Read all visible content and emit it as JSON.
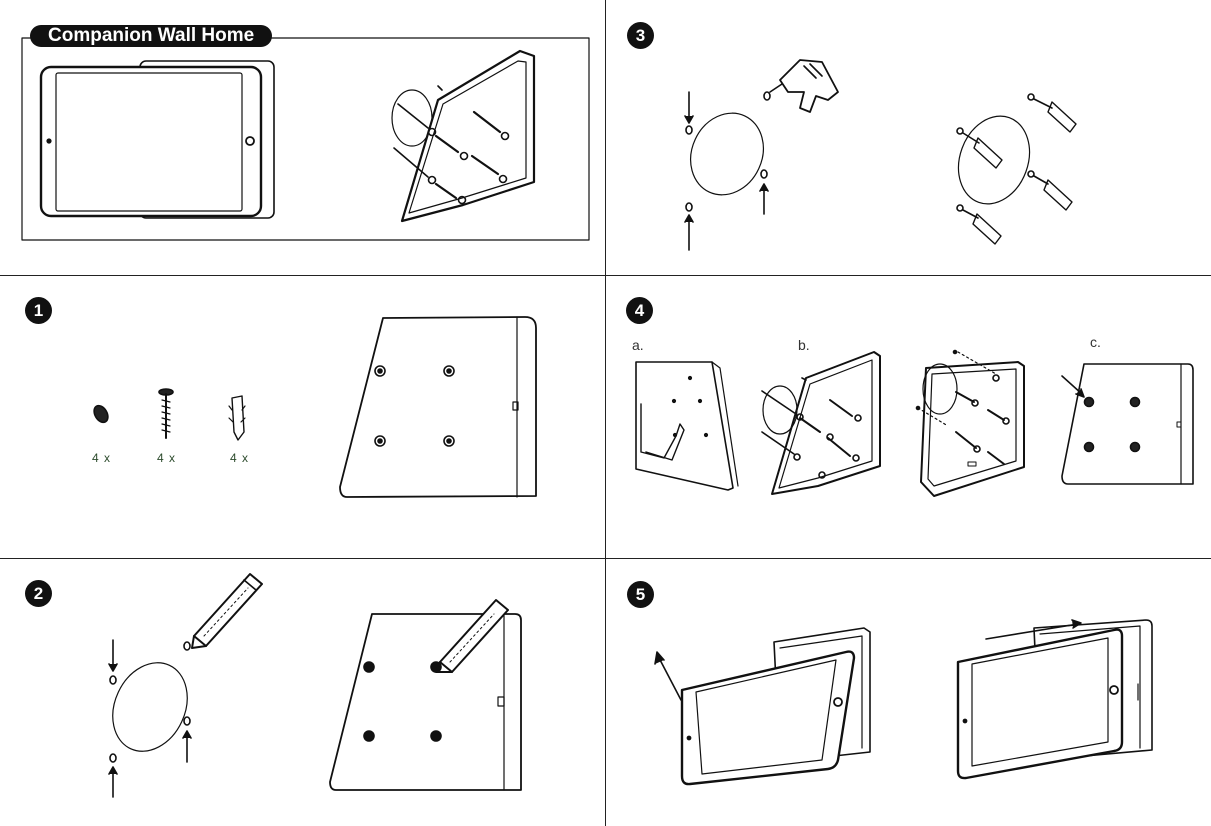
{
  "header": {
    "title": "Companion Wall Home"
  },
  "steps": {
    "one": "1",
    "two": "2",
    "three": "3",
    "four": "4",
    "five": "5"
  },
  "parts": [
    {
      "name": "washer",
      "count": "4 x"
    },
    {
      "name": "screw",
      "count": "4 x"
    },
    {
      "name": "anchor",
      "count": "4 x"
    }
  ],
  "step4": {
    "a": "a.",
    "b": "b.",
    "c": "c."
  }
}
